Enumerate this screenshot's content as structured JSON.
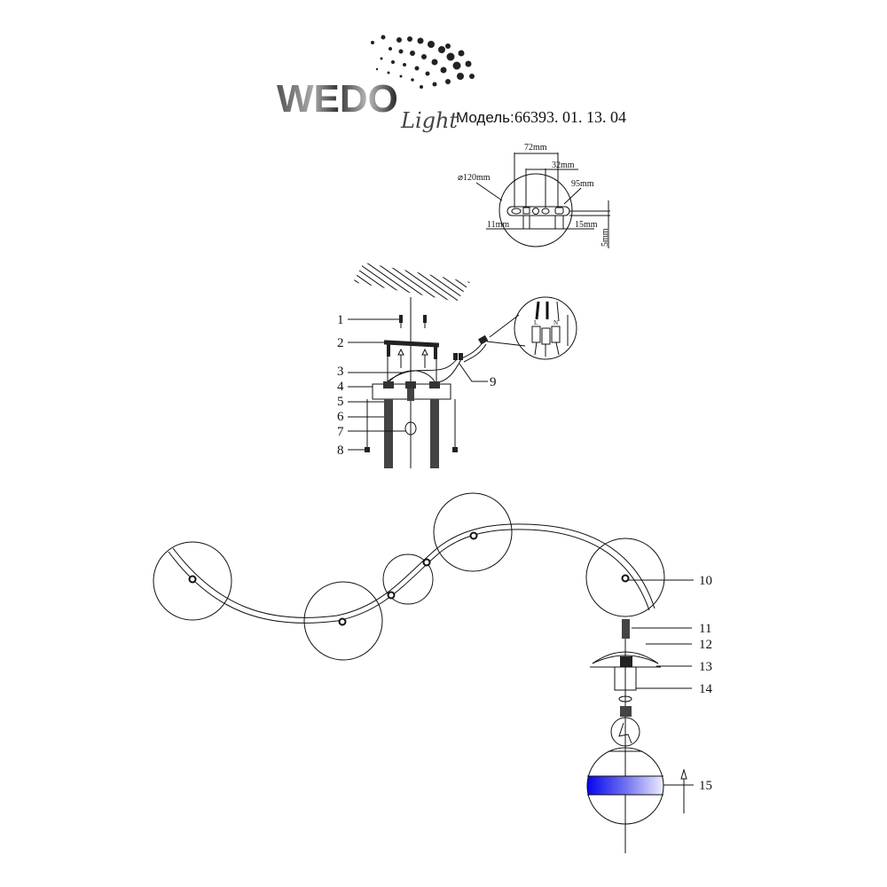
{
  "header": {
    "brand": "WEDO",
    "brand_sub": "Light",
    "model_label": "Модель:",
    "model_number": "66393. 01. 13. 04"
  },
  "mounting_plate": {
    "dimensions": {
      "width_72": "72mm",
      "spacing_32": "32mm",
      "diameter": "⌀120mm",
      "length_95": "95mm",
      "offset_11": "11mm",
      "offset_15": "15mm",
      "thickness_5": "5mm"
    }
  },
  "assembly": {
    "callouts": [
      "1",
      "2",
      "3",
      "4",
      "5",
      "6",
      "7",
      "8",
      "9"
    ],
    "connector_labels": {
      "live": "L",
      "neutral": "N"
    }
  },
  "fixture": {
    "callouts": [
      "10",
      "11",
      "12",
      "13",
      "14",
      "15"
    ]
  },
  "colors": {
    "glass_band": "#0000ff"
  }
}
